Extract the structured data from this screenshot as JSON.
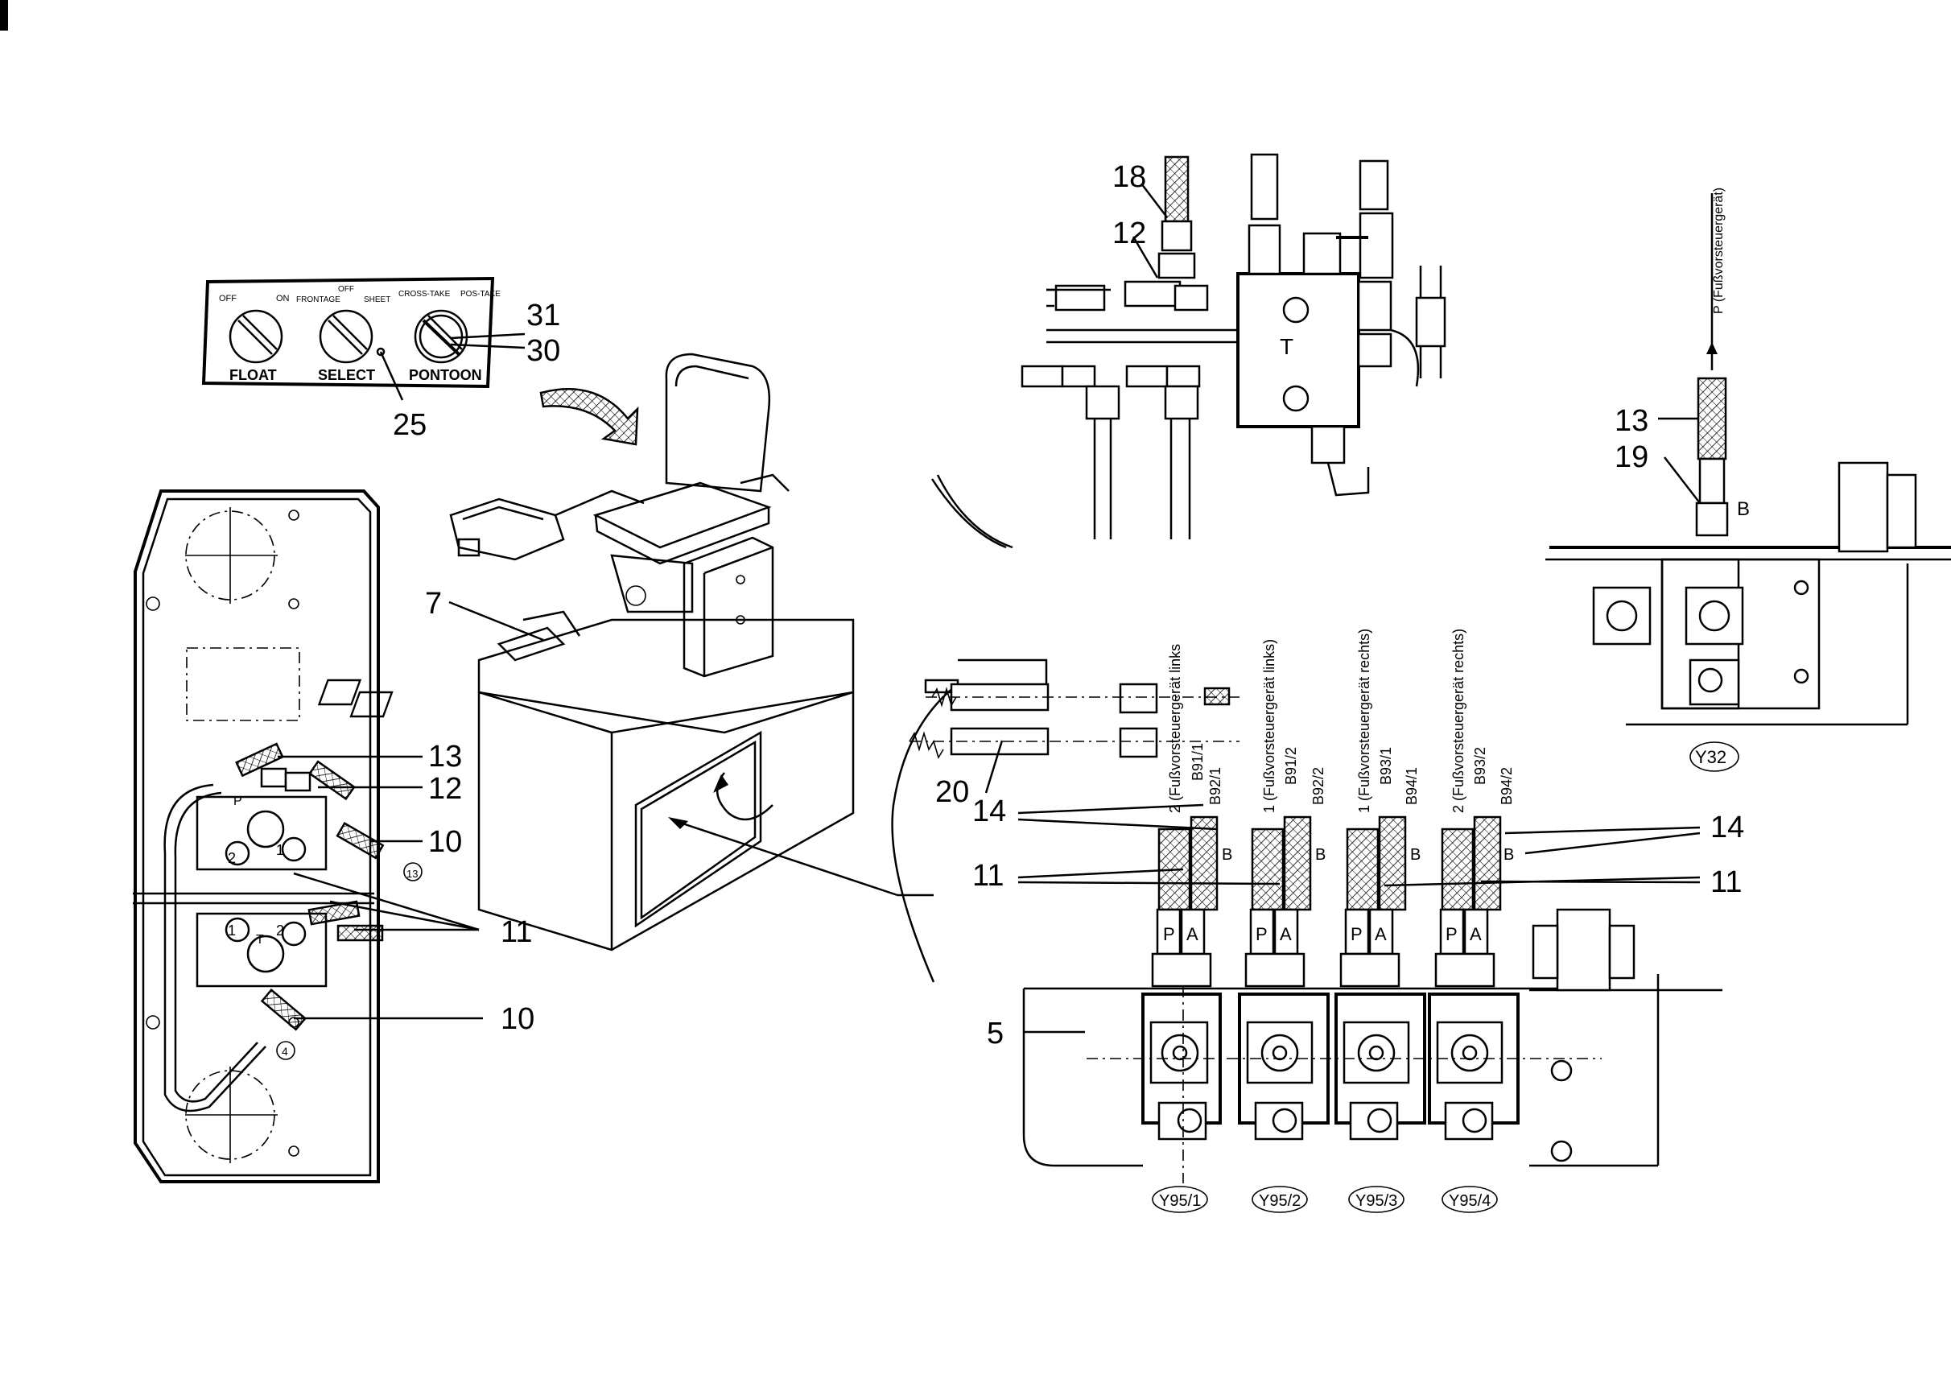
{
  "panel": {
    "knobs": [
      {
        "label": "FLOAT",
        "left": "OFF",
        "right": "ON"
      },
      {
        "label": "SELECT",
        "left": "FRONTAGE",
        "center": "OFF",
        "right": "SHEET"
      },
      {
        "label": "PONTOON",
        "left": "CROSS-TAKE",
        "right": "POS-TAKE"
      }
    ]
  },
  "callouts": {
    "n18": "18",
    "n12_top": "12",
    "n31": "31",
    "n30": "30",
    "n25": "25",
    "n7": "7",
    "n13_left": "13",
    "n12_left": "12",
    "n10_top": "10",
    "n11_left": "11",
    "n10_bottom": "10",
    "n13_right": "13",
    "n19": "19",
    "n20": "20",
    "n14_left": "14",
    "n11_mid_left": "11",
    "n5": "5",
    "n14_right": "14",
    "n11_right": "11",
    "circ13": "13",
    "circ4": "4"
  },
  "rotated_labels": {
    "r1": "2 (Fußvorsteuergerät links",
    "r2": "1 (Fußvorsteuergerät links)",
    "r3": "1 (Fußvorsteuergerät rechts)",
    "r4": "2 (Fußvorsteuergerät rechts)",
    "r5": "P (Fußvorsteuergerät)",
    "b1": "B91/1",
    "b2": "B92/1",
    "b3": "B91/2",
    "b4": "B92/2",
    "b5": "B93/1",
    "b6": "B94/1",
    "b7": "B93/2",
    "b8": "B94/2"
  },
  "ports": {
    "p": "P",
    "a": "A",
    "b": "B",
    "t": "T"
  },
  "valve_tags": [
    "Y95/1",
    "Y95/2",
    "Y95/3",
    "Y95/4"
  ],
  "y32": "Y32"
}
